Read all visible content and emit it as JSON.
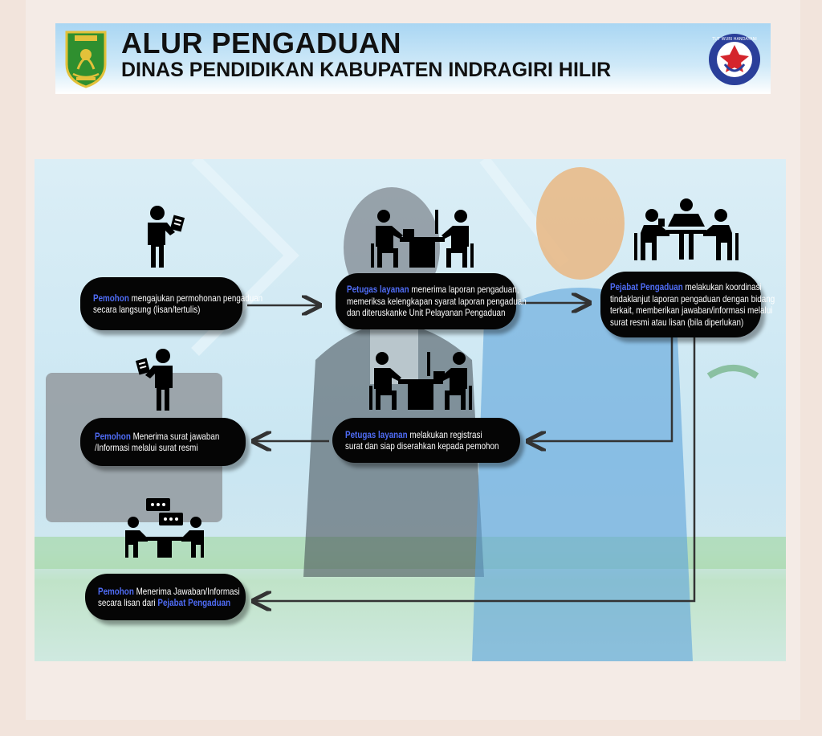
{
  "header": {
    "title": "ALUR PENGADUAN",
    "subtitle": "DINAS PENDIDIKAN KABUPATEN INDRAGIRI HILIR",
    "left_logo": "indragiri-hilir-emblem-icon",
    "right_logo": "tut-wuri-handayani-emblem-icon",
    "right_logo_text": "TUT WURI HANDAYANI"
  },
  "colors": {
    "highlight": "#4f6cf5",
    "pill_bg": "#050505",
    "header_bg": "#a9d6f3"
  },
  "steps": [
    {
      "icon": "person-holding-document-icon",
      "actor": "Pemohon",
      "lines": [
        " mengajukan permohonan pengaduan",
        "secara langsung (lisan/tertulis)"
      ]
    },
    {
      "icon": "service-desk-meeting-icon",
      "actor": "Petugas layanan",
      "lines": [
        " menerima laporan pengaduan,",
        "memeriksa kelengkapan syarat laporan pengaduan",
        "dan diteruskanke Unit Pelayanan Pengaduan"
      ]
    },
    {
      "icon": "group-meeting-icon",
      "actor": "Pejabat Pengaduan",
      "lines": [
        " melakukan koordinasi",
        "tindaklanjut laporan pengaduan dengan bidang",
        "terkait, memberikan jawaban/informasi melalui",
        "surat resmi atau lisan (bila diperlukan)"
      ]
    },
    {
      "icon": "service-desk-meeting-icon",
      "actor": "Petugas layanan",
      "lines": [
        " melakukan registrasi",
        "surat dan siap diserahkan kepada pemohon"
      ]
    },
    {
      "icon": "person-holding-document-icon",
      "actor": "Pemohon",
      "lines": [
        " Menerima surat jawaban",
        "/Informasi melalui surat resmi"
      ]
    },
    {
      "icon": "discussion-chat-icon",
      "actor": "Pemohon",
      "lines": [
        " Menerima Jawaban/Informasi",
        "secara lisan dari "
      ],
      "trailing_highlight": "Pejabat Pengaduan"
    }
  ]
}
